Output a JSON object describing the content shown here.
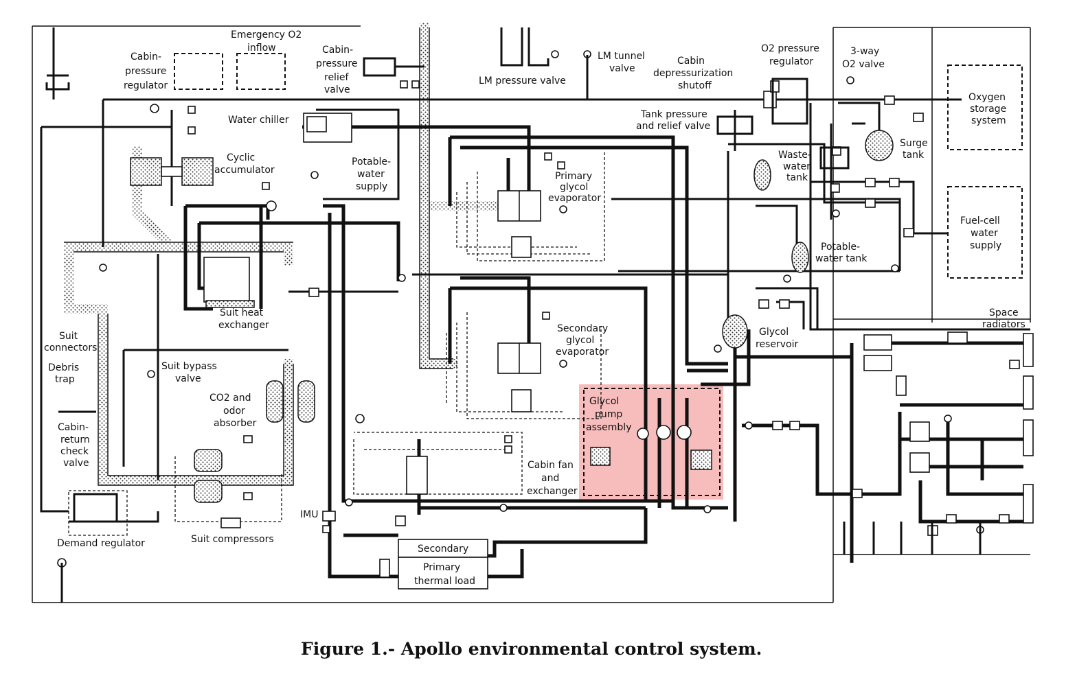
{
  "caption": "Figure 1.- Apollo environmental control system.",
  "highlight_color": "#f4a6a6",
  "labels": {
    "emergency_o2": "Emergency O2",
    "inflow": "inflow",
    "cabin_pressure_regulator_1": "Cabin-",
    "cabin_pressure_regulator_2": "pressure",
    "cabin_pressure_regulator_3": "regulator",
    "cabin_pressure_relief_1": "Cabin-",
    "cabin_pressure_relief_2": "pressure",
    "cabin_pressure_relief_3": "relief",
    "cabin_pressure_relief_4": "valve",
    "lm_pressure_valve": "LM pressure valve",
    "lm_tunnel_valve_1": "LM tunnel",
    "lm_tunnel_valve_2": "valve",
    "cabin_depress_1": "Cabin",
    "cabin_depress_2": "depressurization",
    "cabin_depress_3": "shutoff",
    "o2_pressure_reg_1": "O2 pressure",
    "o2_pressure_reg_2": "regulator",
    "three_way_1": "3-way",
    "three_way_2": "O2 valve",
    "oxygen_storage_1": "Oxygen",
    "oxygen_storage_2": "storage",
    "oxygen_storage_3": "system",
    "tank_pressure_1": "Tank pressure",
    "tank_pressure_2": "and relief valve",
    "water_chiller": "Water chiller",
    "cyclic_1": "Cyclic",
    "cyclic_2": "accumulator",
    "potable_supply_1": "Potable-",
    "potable_supply_2": "water",
    "potable_supply_3": "supply",
    "primary_glycol_1": "Primary",
    "primary_glycol_2": "glycol",
    "primary_glycol_3": "evaporator",
    "waste_water_1": "Waste-",
    "waste_water_2": "water",
    "waste_water_3": "tank",
    "surge_1": "Surge",
    "surge_2": "tank",
    "fuel_cell_1": "Fuel-cell",
    "fuel_cell_2": "water",
    "fuel_cell_3": "supply",
    "potable_tank_1": "Potable-",
    "potable_tank_2": "water tank",
    "suit_hx_1": "Suit heat",
    "suit_hx_2": "exchanger",
    "suit_connectors_1": "Suit",
    "suit_connectors_2": "connectors",
    "debris_1": "Debris",
    "debris_2": "trap",
    "suit_bypass_1": "Suit bypass",
    "suit_bypass_2": "valve",
    "co2_1": "CO2 and",
    "co2_2": "odor",
    "co2_3": "absorber",
    "cabin_return_1": "Cabin-",
    "cabin_return_2": "return",
    "cabin_return_3": "check",
    "cabin_return_4": "valve",
    "secondary_glycol_1": "Secondary",
    "secondary_glycol_2": "glycol",
    "secondary_glycol_3": "evaporator",
    "glycol_reservoir_1": "Glycol",
    "glycol_reservoir_2": "reservoir",
    "space_radiators_1": "Space",
    "space_radiators_2": "radiators",
    "glycol_pump_1": "Glycol",
    "glycol_pump_2": "pump",
    "glycol_pump_3": "assembly",
    "cabin_fan_1": "Cabin fan",
    "cabin_fan_2": "and",
    "cabin_fan_3": "exchanger",
    "imu": "IMU",
    "demand_regulator": "Demand regulator",
    "suit_compressors": "Suit compressors",
    "secondary": "Secondary",
    "primary_1": "Primary",
    "primary_2": "thermal load"
  }
}
